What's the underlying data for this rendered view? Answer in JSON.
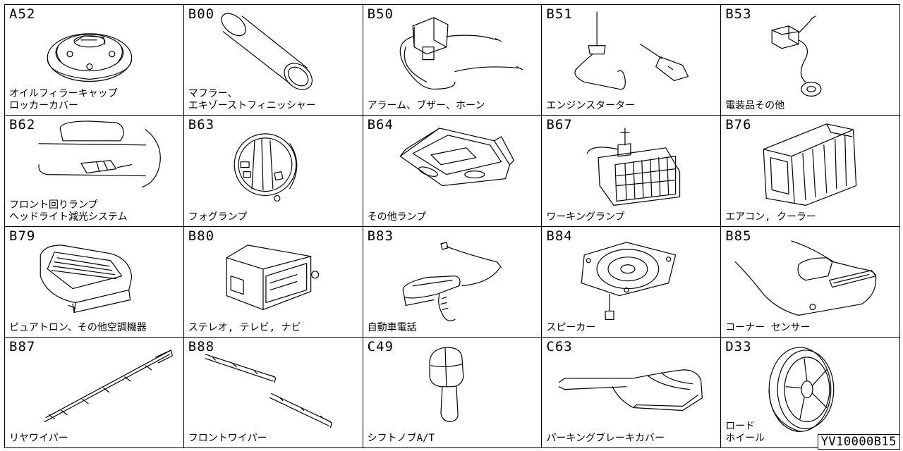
{
  "cells": [
    {
      "code": "A52",
      "label": "オイルフィラーキャップ\nロッカーカバー",
      "icon": "oil-filler-cap-icon"
    },
    {
      "code": "B00",
      "label": "マフラー、\nエキゾーストフィニッシャー",
      "icon": "muffler-tip-icon"
    },
    {
      "code": "B50",
      "label": "アラーム、ブザー、ホーン",
      "icon": "alarm-buzzer-icon"
    },
    {
      "code": "B51",
      "label": "エンジンスターター",
      "icon": "engine-starter-icon"
    },
    {
      "code": "B53",
      "label": "電装品その他",
      "icon": "electrical-parts-icon"
    },
    {
      "code": "B62",
      "label": "フロント回りランプ\nヘッドライト減光システム",
      "icon": "front-lamp-icon"
    },
    {
      "code": "B63",
      "label": "フォグランプ",
      "icon": "fog-lamp-icon"
    },
    {
      "code": "B64",
      "label": "その他ランプ",
      "icon": "room-lamp-icon"
    },
    {
      "code": "B67",
      "label": "ワーキングランプ",
      "icon": "working-lamp-icon"
    },
    {
      "code": "B76",
      "label": "エアコン, クーラー",
      "icon": "air-conditioner-icon"
    },
    {
      "code": "B79",
      "label": "ピュアトロン、その他空調機器",
      "icon": "air-purifier-icon"
    },
    {
      "code": "B80",
      "label": "ステレオ, テレビ, ナビ",
      "icon": "stereo-unit-icon"
    },
    {
      "code": "B83",
      "label": "自動車電話",
      "icon": "car-phone-icon"
    },
    {
      "code": "B84",
      "label": "スピーカー",
      "icon": "speaker-icon"
    },
    {
      "code": "B85",
      "label": "コーナー センサー",
      "icon": "corner-sensor-icon"
    },
    {
      "code": "B87",
      "label": "リヤワイパー",
      "icon": "rear-wiper-icon"
    },
    {
      "code": "B88",
      "label": "フロントワイパー",
      "icon": "front-wiper-icon"
    },
    {
      "code": "C49",
      "label": "シフトノブA/T",
      "icon": "shift-knob-icon"
    },
    {
      "code": "C63",
      "label": "パーキングブレーキカバー",
      "icon": "parking-brake-cover-icon"
    },
    {
      "code": "D33",
      "label": "ロード\nホイール",
      "icon": "road-wheel-icon"
    }
  ],
  "reference": "YV10000B15"
}
